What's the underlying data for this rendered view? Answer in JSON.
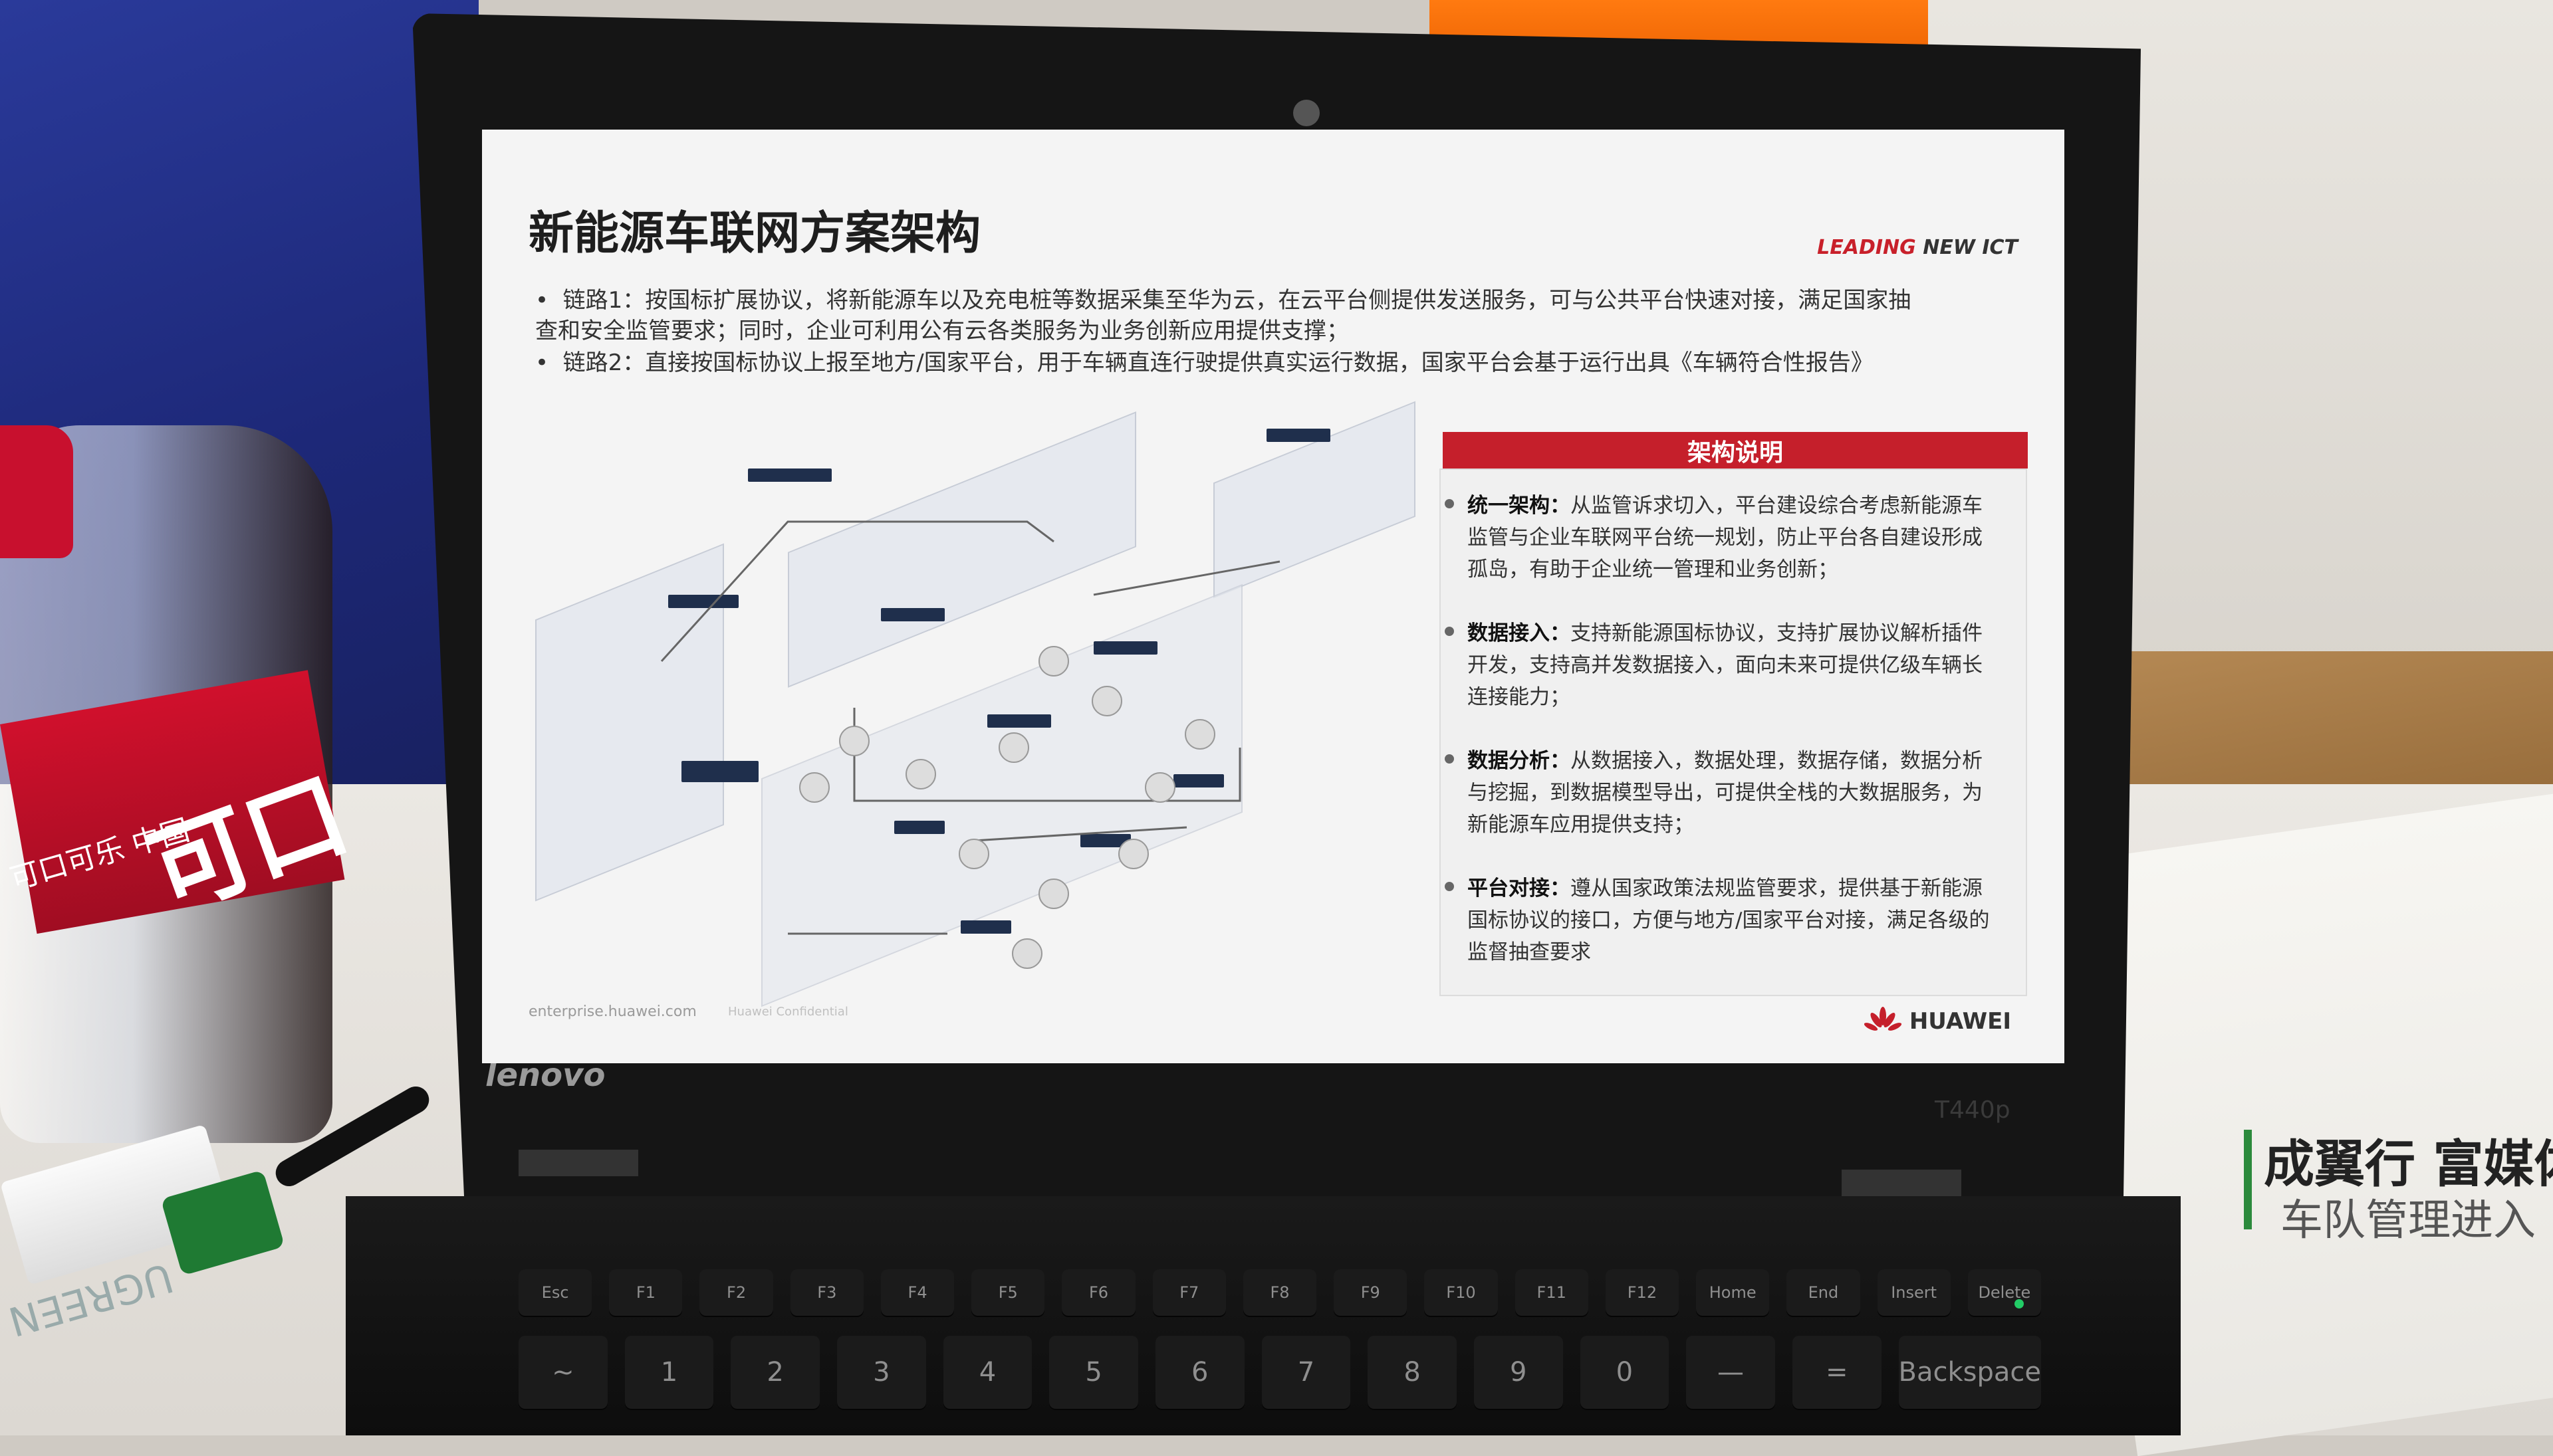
{
  "slide": {
    "title": "新能源车联网方案架构",
    "brand_tagline": "LEADING",
    "brand_tagline_2": "NEW ICT",
    "bullets": [
      "链路1：按国标扩展协议，将新能源车以及充电桩等数据采集至华为云，在云平台侧提供发送服务，可与公共平台快速对接，满足国家抽查和安全监管要求；同时，企业可利用公有云各类服务为业务创新应用提供支撑；",
      "链路2：直接按国标协议上报至地方/国家平台，用于车辆直连行驶提供真实运行数据，国家平台会基于运行出具《车辆符合性报告》"
    ],
    "panel_title": "架构说明",
    "panel_items": [
      {
        "head": "统一架构：",
        "text": "从监管诉求切入，平台建设综合考虑新能源车监管与企业车联网平台统一规划，防止平台各自建设形成孤岛，有助于企业统一管理和业务创新；"
      },
      {
        "head": "数据接入：",
        "text": "支持新能源国标协议，支持扩展协议解析插件开发，支持高并发数据接入，面向未来可提供亿级车辆长连接能力；"
      },
      {
        "head": "数据分析：",
        "text": "从数据接入，数据处理，数据存储，数据分析与挖掘，到数据模型导出，可提供全栈的大数据服务，为新能源车应用提供支持；"
      },
      {
        "head": "平台对接：",
        "text": "遵从国家政策法规监管要求，提供基于新能源国标协议的接口，方便与地方/国家平台对接，满足各级的监督抽查要求"
      }
    ],
    "footer_url": "enterprise.huawei.com",
    "footer_conf": "Huawei Confidential",
    "huawei_word": "HUAWEI"
  },
  "laptop": {
    "brand": "lenovo",
    "model": "T440p",
    "fn_keys": [
      "Esc",
      "F1",
      "F2",
      "F3",
      "F4",
      "F5",
      "F6",
      "F7",
      "F8",
      "F9",
      "F10",
      "F11",
      "F12",
      "Home",
      "End",
      "Insert",
      "Delete"
    ],
    "num_keys": [
      "~",
      "1",
      "2",
      "3",
      "4",
      "5",
      "6",
      "7",
      "8",
      "9",
      "0",
      "—",
      "=",
      "Backspace"
    ]
  },
  "bottle": {
    "brand": "可口",
    "sub": "可口可乐 中国"
  },
  "usb": {
    "brand": "UGREEN"
  },
  "brochure": {
    "title": "成翼行 富媒体",
    "subtitle": "车队管理进入"
  },
  "colors": {
    "huawei_red": "#c51f2b",
    "panel_bg": "#f0f0f0",
    "diagram_block": "#1f2f4c"
  }
}
